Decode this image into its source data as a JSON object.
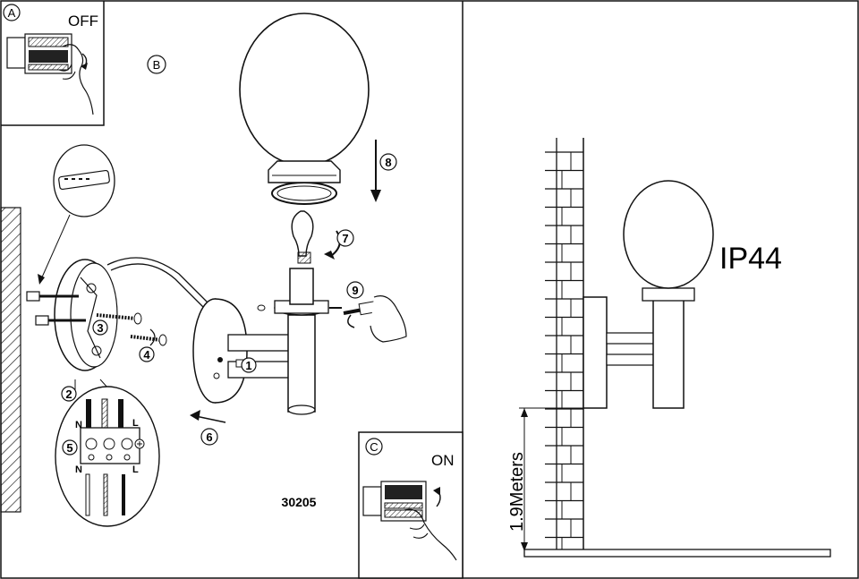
{
  "panels": {
    "a": {
      "letter": "A",
      "state": "OFF"
    },
    "b": {
      "letter": "B"
    },
    "c": {
      "letter": "C",
      "state": "ON"
    }
  },
  "steps": [
    "1",
    "2",
    "3",
    "4",
    "5",
    "6",
    "7",
    "8",
    "9"
  ],
  "wiring": {
    "n_top": "N",
    "l_top": "L",
    "n_bottom": "N",
    "l_bottom": "L"
  },
  "model_number": "30205",
  "ip_rating": "IP44",
  "mount_height": "1.9Meters"
}
